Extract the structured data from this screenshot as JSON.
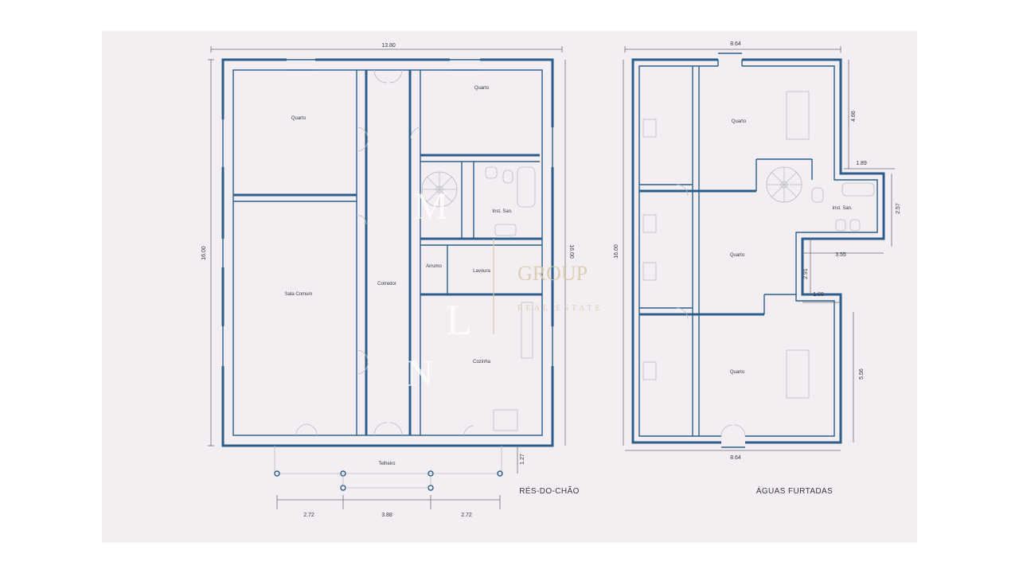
{
  "floors": [
    {
      "title": "RÉS-DO-CHÃO",
      "rooms": [
        "Quarto",
        "Quarto",
        "Sala Comum",
        "Corredor",
        "Inst. San.",
        "Arrumo",
        "Lavoura",
        "Cozinha",
        "Telheiro"
      ],
      "dimensions": [
        "13.80",
        "16.00",
        "16.00",
        "1.27",
        "2.72",
        "3.88",
        "2.72"
      ]
    },
    {
      "title": "ÁGUAS FURTADAS",
      "rooms": [
        "Quarto",
        "Inst. San.",
        "Quarto",
        "Quarto"
      ],
      "dimensions": [
        "8.64",
        "16.00",
        "4.66",
        "1.89",
        "2.57",
        "3.55",
        "2.91",
        "1.68",
        "5.56",
        "8.64"
      ]
    }
  ],
  "watermark": {
    "brand": "GROUP",
    "tagline": "REAL ESTATE",
    "letters": [
      "M",
      "L",
      "N"
    ]
  },
  "colors": {
    "wall": "#2b5e8a",
    "paper": "#f3eef2",
    "watermark": "#d9c9a8"
  }
}
